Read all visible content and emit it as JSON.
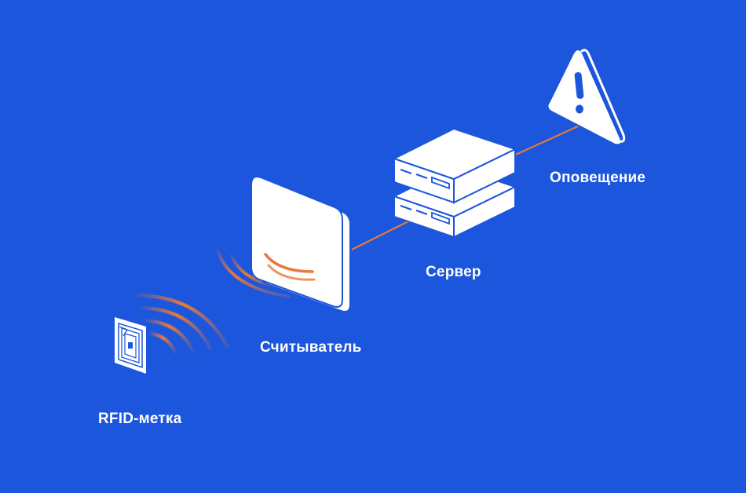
{
  "diagram": {
    "nodes": [
      {
        "id": "tag",
        "label": "RFID-метка",
        "icon": "rfid-tag-icon"
      },
      {
        "id": "reader",
        "label": "Считыватель",
        "icon": "rfid-reader-icon"
      },
      {
        "id": "server",
        "label": "Сервер",
        "icon": "server-icon"
      },
      {
        "id": "alert",
        "label": "Оповещение",
        "icon": "warning-icon"
      }
    ],
    "edges": [
      {
        "from": "tag",
        "to": "reader",
        "style": "radio-waves"
      },
      {
        "from": "reader",
        "to": "server",
        "style": "line"
      },
      {
        "from": "server",
        "to": "alert",
        "style": "line"
      }
    ]
  },
  "colors": {
    "background": "#1c56dc",
    "device": "#ffffff",
    "device_outline": "#1c56dc",
    "connector": "#e07a3c",
    "wave_orange": "#e8793a",
    "wave_blue": "#1c56dc"
  }
}
